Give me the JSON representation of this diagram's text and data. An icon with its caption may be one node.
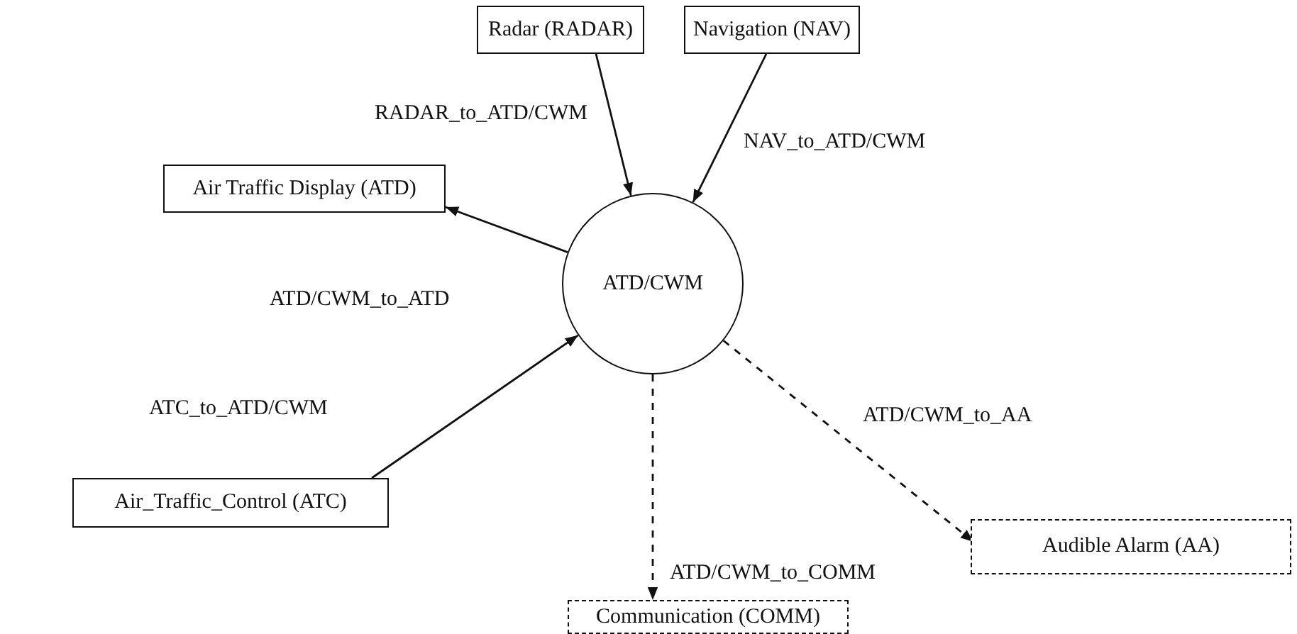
{
  "diagram": {
    "nodes": [
      {
        "text": [
          "Radar (RADAR)"
        ]
      },
      {
        "text": [
          "Navigation (NAV)"
        ]
      },
      {
        "text": [
          "Air Traffic Display (ATD)"
        ]
      },
      {
        "text": [
          "ATD/CWM"
        ]
      },
      {
        "text": [
          "Air_Traffic_Control (ATC)"
        ]
      },
      {
        "text": [
          "Audible Alarm (AA)"
        ]
      },
      {
        "text": [
          "Communication (COMM)"
        ]
      }
    ],
    "edges": [
      {
        "from": 0,
        "to": 3,
        "arrow": "to",
        "label": "RADAR_to_ATD/CWM"
      },
      {
        "from": 1,
        "to": 3,
        "arrow": "to",
        "label": "NAV_to_ATD/CWM"
      },
      {
        "from": 3,
        "to": 2,
        "arrow": "to",
        "label": "ATD/CWM_to_ATD"
      },
      {
        "from": 4,
        "to": 3,
        "arrow": "to",
        "label": "ATC_to_ATD/CWM"
      },
      {
        "from": 3,
        "to": 5,
        "arrow": "to",
        "label": "ATD/CWM_to_AA",
        "style": "dashed"
      },
      {
        "from": 3,
        "to": 6,
        "arrow": "to",
        "label": "ATD/CWM_to_COMM",
        "style": "dashed"
      }
    ]
  }
}
